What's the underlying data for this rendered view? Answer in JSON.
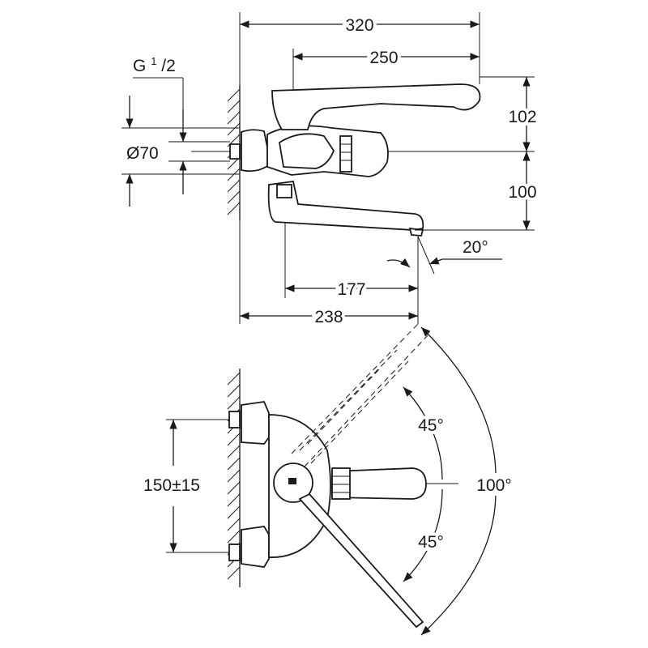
{
  "dimensions": {
    "total_depth": "320",
    "handle_depth": "250",
    "thread_prefix": "G",
    "thread_num": "1",
    "thread_den": "/2",
    "diameter": "Ø70",
    "height_upper": "102",
    "height_lower": "100",
    "spout_angle": "20°",
    "spout_reach": "177",
    "outlet_reach": "238",
    "centers": "150±15",
    "swing_upper": "45°",
    "swing_lower": "45°",
    "swing_total": "100°"
  }
}
